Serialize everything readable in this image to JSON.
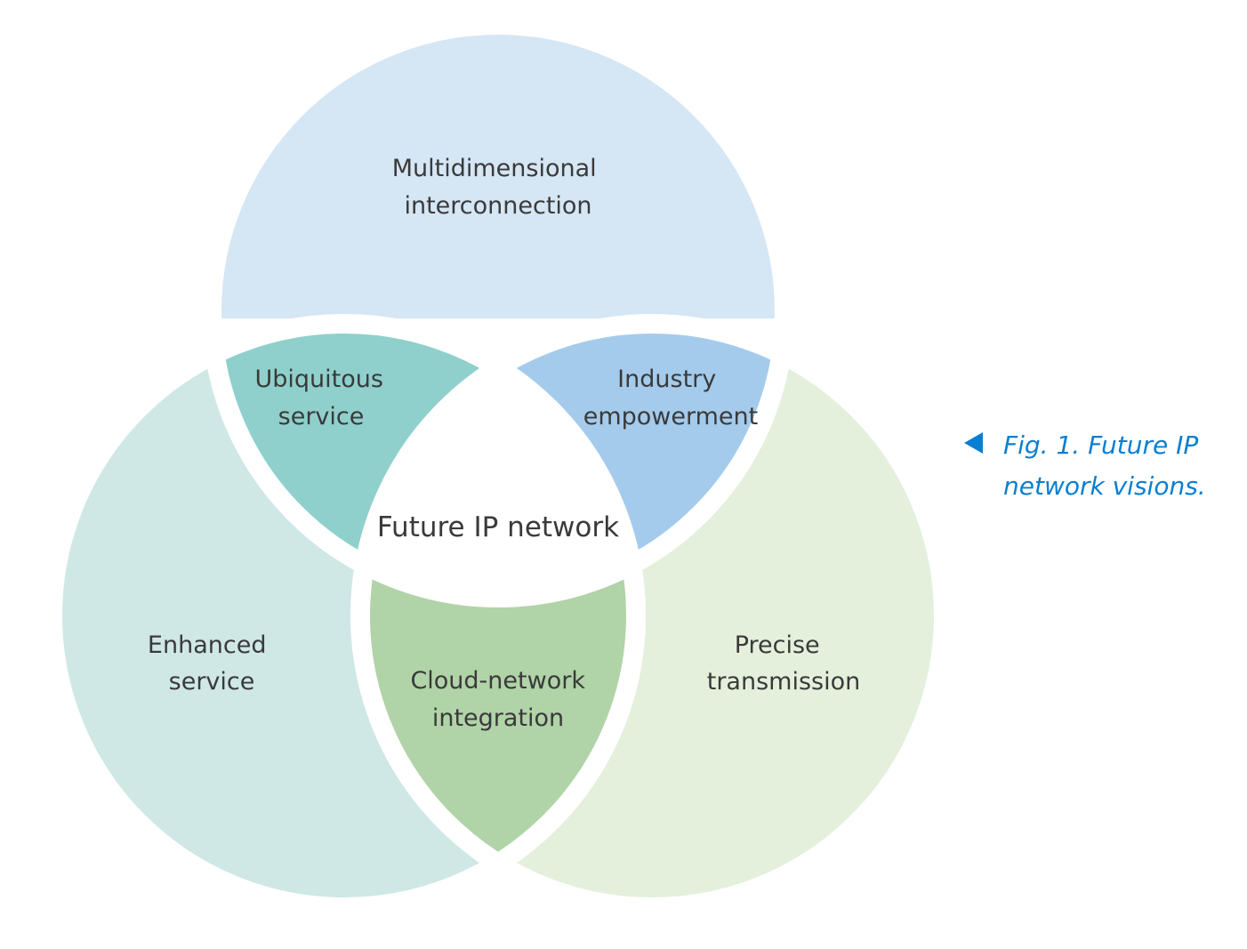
{
  "diagram": {
    "center": "Future IP network",
    "regions": {
      "top": {
        "lines": [
          "Multidimensional",
          "interconnection"
        ],
        "color": "#d5e6f5"
      },
      "left": {
        "lines": [
          "Enhanced",
          "service"
        ],
        "color": "#cfe8e6"
      },
      "right": {
        "lines": [
          "Precise",
          "transmission"
        ],
        "color": "#e4f0dc"
      },
      "top_left": {
        "lines": [
          "Ubiquitous",
          "service"
        ],
        "color": "#8fd0cc"
      },
      "top_right": {
        "lines": [
          "Industry",
          "empowerment"
        ],
        "color": "#a4cbec"
      },
      "bottom": {
        "lines": [
          "Cloud-network",
          "integration"
        ],
        "color": "#b1d3a8"
      }
    }
  },
  "caption": {
    "line1": "Fig. 1. Future IP",
    "line2": "network visions.",
    "color": "#0a7fd1"
  }
}
